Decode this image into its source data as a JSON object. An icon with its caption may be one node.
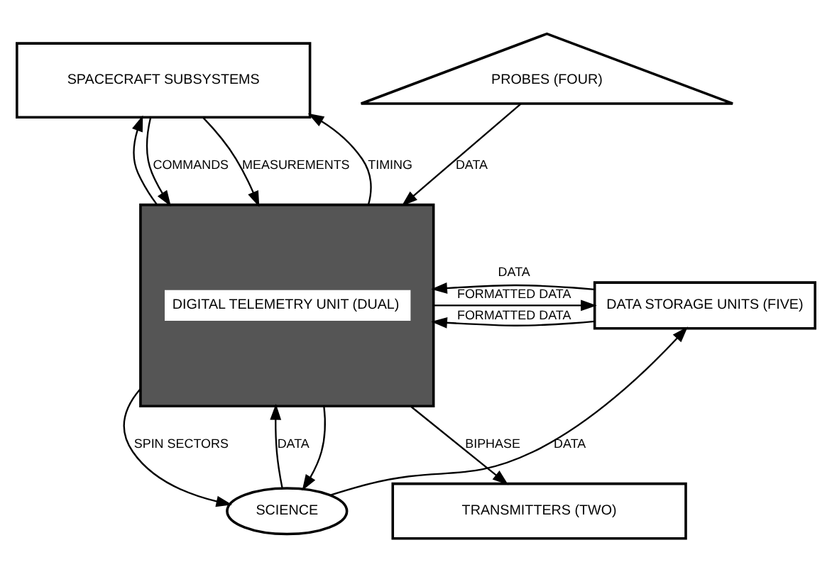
{
  "diagram": {
    "nodes": [
      {
        "text": [
          "SPACECRAFT SUBSYSTEMS"
        ]
      },
      {
        "text": [
          "SCIENCE"
        ]
      },
      {
        "text": [
          "DIGITAL TELEMETRY UNIT (DUAL)"
        ]
      },
      {
        "text": [
          "DATA STORAGE UNITS (FIVE)"
        ]
      },
      {
        "text": [
          "PROBES (FOUR)"
        ]
      },
      {
        "text": [
          "TRANSMITTERS (TWO)"
        ]
      }
    ],
    "edges": [
      {
        "from": 0,
        "to": 2,
        "arrow": "to",
        "label": "COMMANDS"
      },
      {
        "from": 0,
        "to": 2,
        "arrow": "to",
        "label": "MEASUREMENTS"
      },
      {
        "from": 2,
        "to": 0,
        "arrow": "to",
        "label": "TIMING"
      },
      {
        "from": 2,
        "to": 1,
        "arrow": "to"
      },
      {
        "from": 2,
        "to": 0,
        "arrow": "to"
      },
      {
        "from": 2,
        "to": 1,
        "arrow": "to",
        "label": "SPIN SECTORS"
      },
      {
        "from": 1,
        "to": 2,
        "arrow": "to",
        "label": "DATA"
      },
      {
        "from": 1,
        "to": 3,
        "arrow": "to",
        "label": "DATA"
      },
      {
        "from": 2,
        "to": 3,
        "arrow": "to",
        "label": "FORMATTED DATA"
      },
      {
        "from": 3,
        "to": 2,
        "arrow": "to",
        "label": "FORMATTED DATA"
      },
      {
        "from": 3,
        "to": 2,
        "arrow": "to",
        "label": "DATA"
      },
      {
        "from": 4,
        "to": 2,
        "arrow": "to",
        "label": "DATA"
      },
      {
        "from": 2,
        "to": 5,
        "arrow": "to",
        "label": "BIPHASE"
      }
    ]
  }
}
